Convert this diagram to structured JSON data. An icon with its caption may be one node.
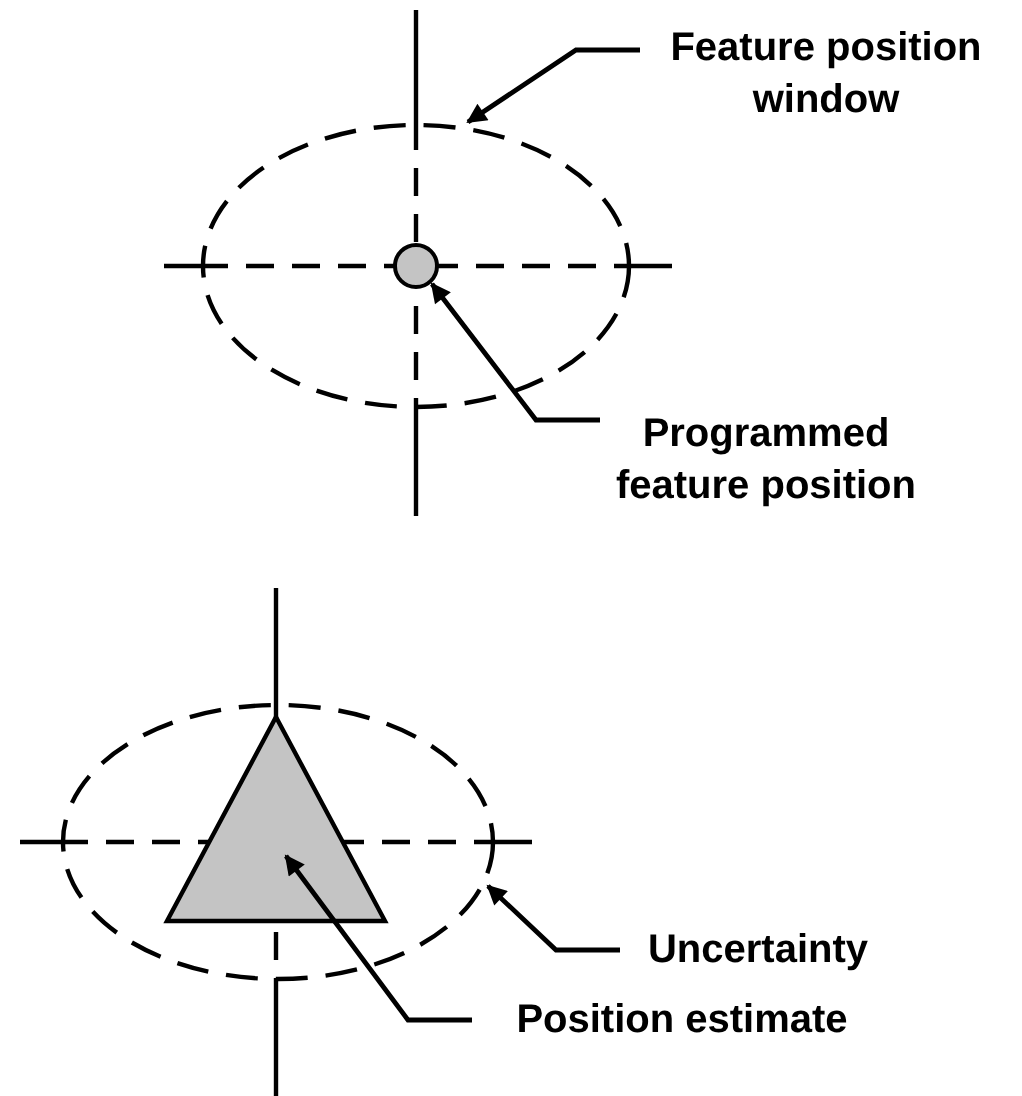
{
  "diagram": {
    "nodes": [
      {
        "text": [
          "Feature position window"
        ]
      },
      {
        "text": [],
        "shape": "ellipse"
      },
      {
        "text": [
          "Programmed feature position"
        ]
      },
      {
        "text": [],
        "shape": "circle",
        "in": 1
      },
      {
        "text": [
          "Uncertainty"
        ]
      },
      {
        "text": [],
        "shape": "ellipse"
      },
      {
        "text": [
          "Position estimate"
        ]
      },
      {
        "text": [],
        "shape": "triangle",
        "in": 5
      }
    ],
    "edges": [
      {
        "from": 0,
        "to": 1,
        "arrow": "to"
      },
      {
        "from": 2,
        "to": 3,
        "arrow": "to"
      },
      {
        "from": 4,
        "to": 5,
        "arrow": "to"
      },
      {
        "from": 6,
        "to": 7,
        "arrow": "to"
      }
    ]
  }
}
